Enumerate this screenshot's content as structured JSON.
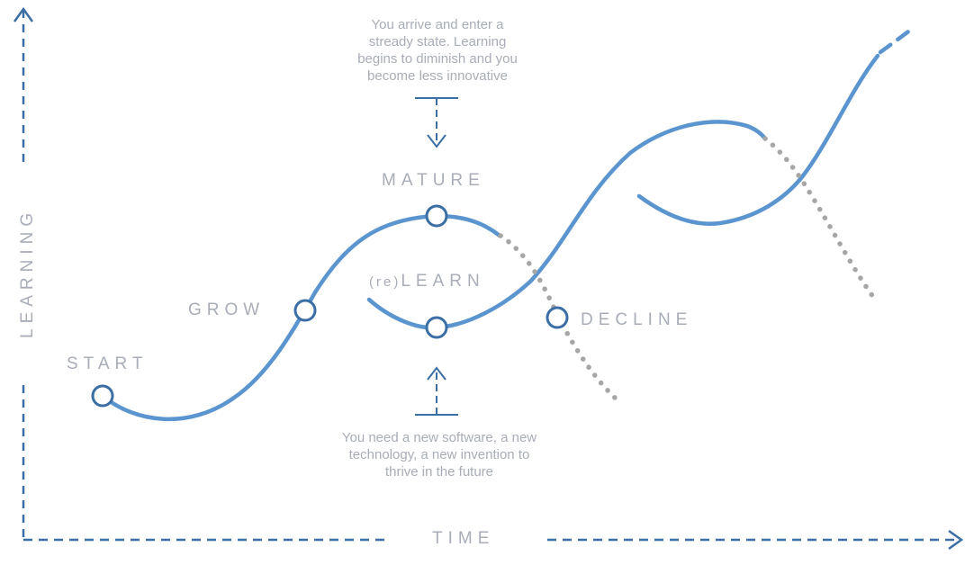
{
  "colors": {
    "curve": "#5b95cf",
    "axis": "#3a6ea5",
    "circle": "#3a6ea5",
    "dots": "#a6a6a6",
    "text": "#a8adb8"
  },
  "axes": {
    "x_label": "TIME",
    "y_label": "LEARNING"
  },
  "stages": {
    "start": "START",
    "grow": "GROW",
    "mature": "MATURE",
    "relearn_prefix": "(re)",
    "relearn": "LEARN",
    "decline": "DECLINE"
  },
  "notes": {
    "top": [
      "You arrive and enter a",
      "stready state. Learning",
      "begins to diminish and you",
      "become less innovative"
    ],
    "bottom": [
      "You need a new software, a new",
      "technology, a new invention to",
      "thrive in the future"
    ]
  }
}
